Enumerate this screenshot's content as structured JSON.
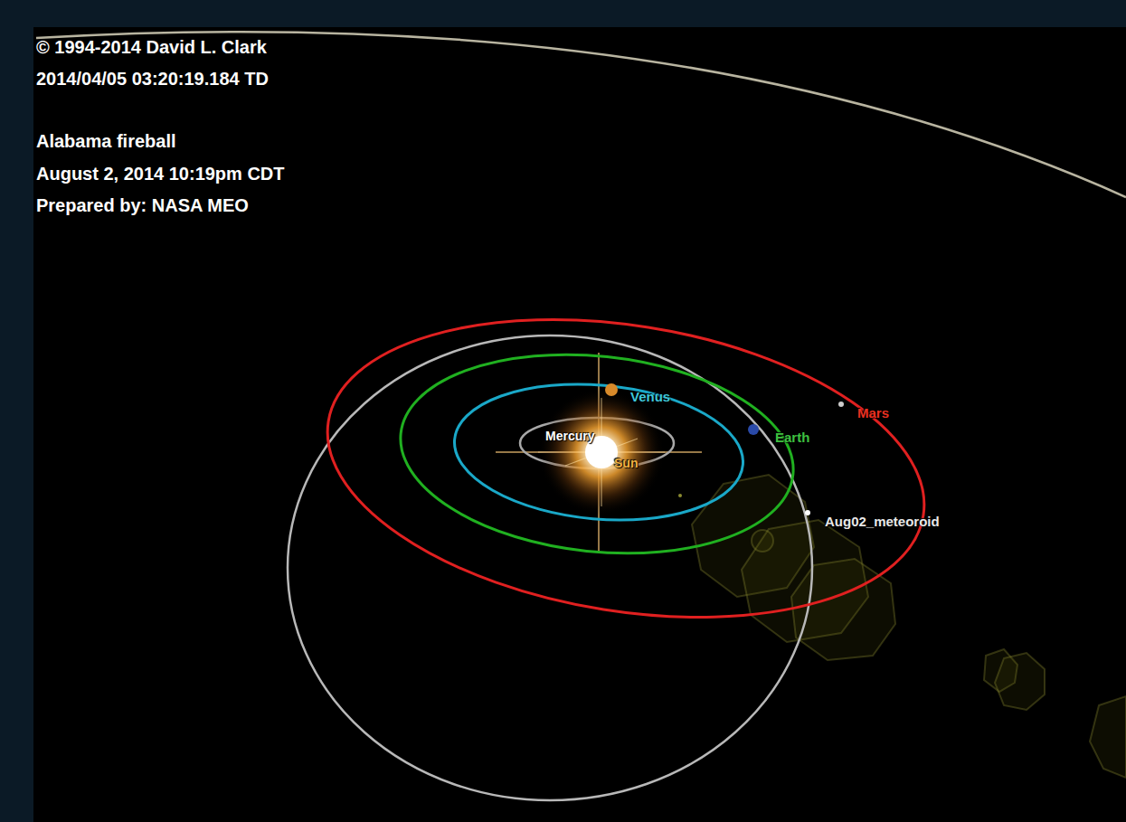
{
  "diagram": {
    "labels": [
      "© 1994-2014 David L. Clark",
      "2014/04/05 03:20:19.184 TD",
      "Alabama fireball",
      "August 2, 2014 10:19pm CDT",
      "Prepared by: NASA MEO",
      "Venus",
      "Earth",
      "Mars",
      "Mercury",
      "Sun",
      "Aug02_meteoroid"
    ]
  }
}
